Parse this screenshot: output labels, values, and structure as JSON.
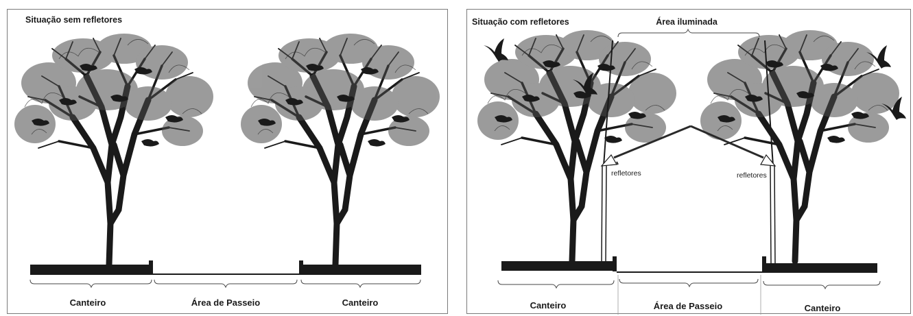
{
  "left_panel": {
    "title": "Situação sem refletores",
    "labels": {
      "canteiro_left": "Canteiro",
      "passeio": "Área de Passeio",
      "canteiro_right": "Canteiro"
    }
  },
  "right_panel": {
    "title": "Situação com refletores",
    "lit_area": "Área iluminada",
    "reflector_left": "refletores",
    "reflector_right": "refletores",
    "labels": {
      "canteiro_left": "Canteiro",
      "passeio": "Área de Passeio",
      "canteiro_right": "Canteiro"
    }
  },
  "colors": {
    "ink": "#1a1a1a",
    "foliage": "#4a4a4a",
    "frame": "#7a7a7a"
  },
  "icons": [
    "tree-illustration",
    "bird-icon",
    "reflector-pole",
    "light-beam"
  ]
}
